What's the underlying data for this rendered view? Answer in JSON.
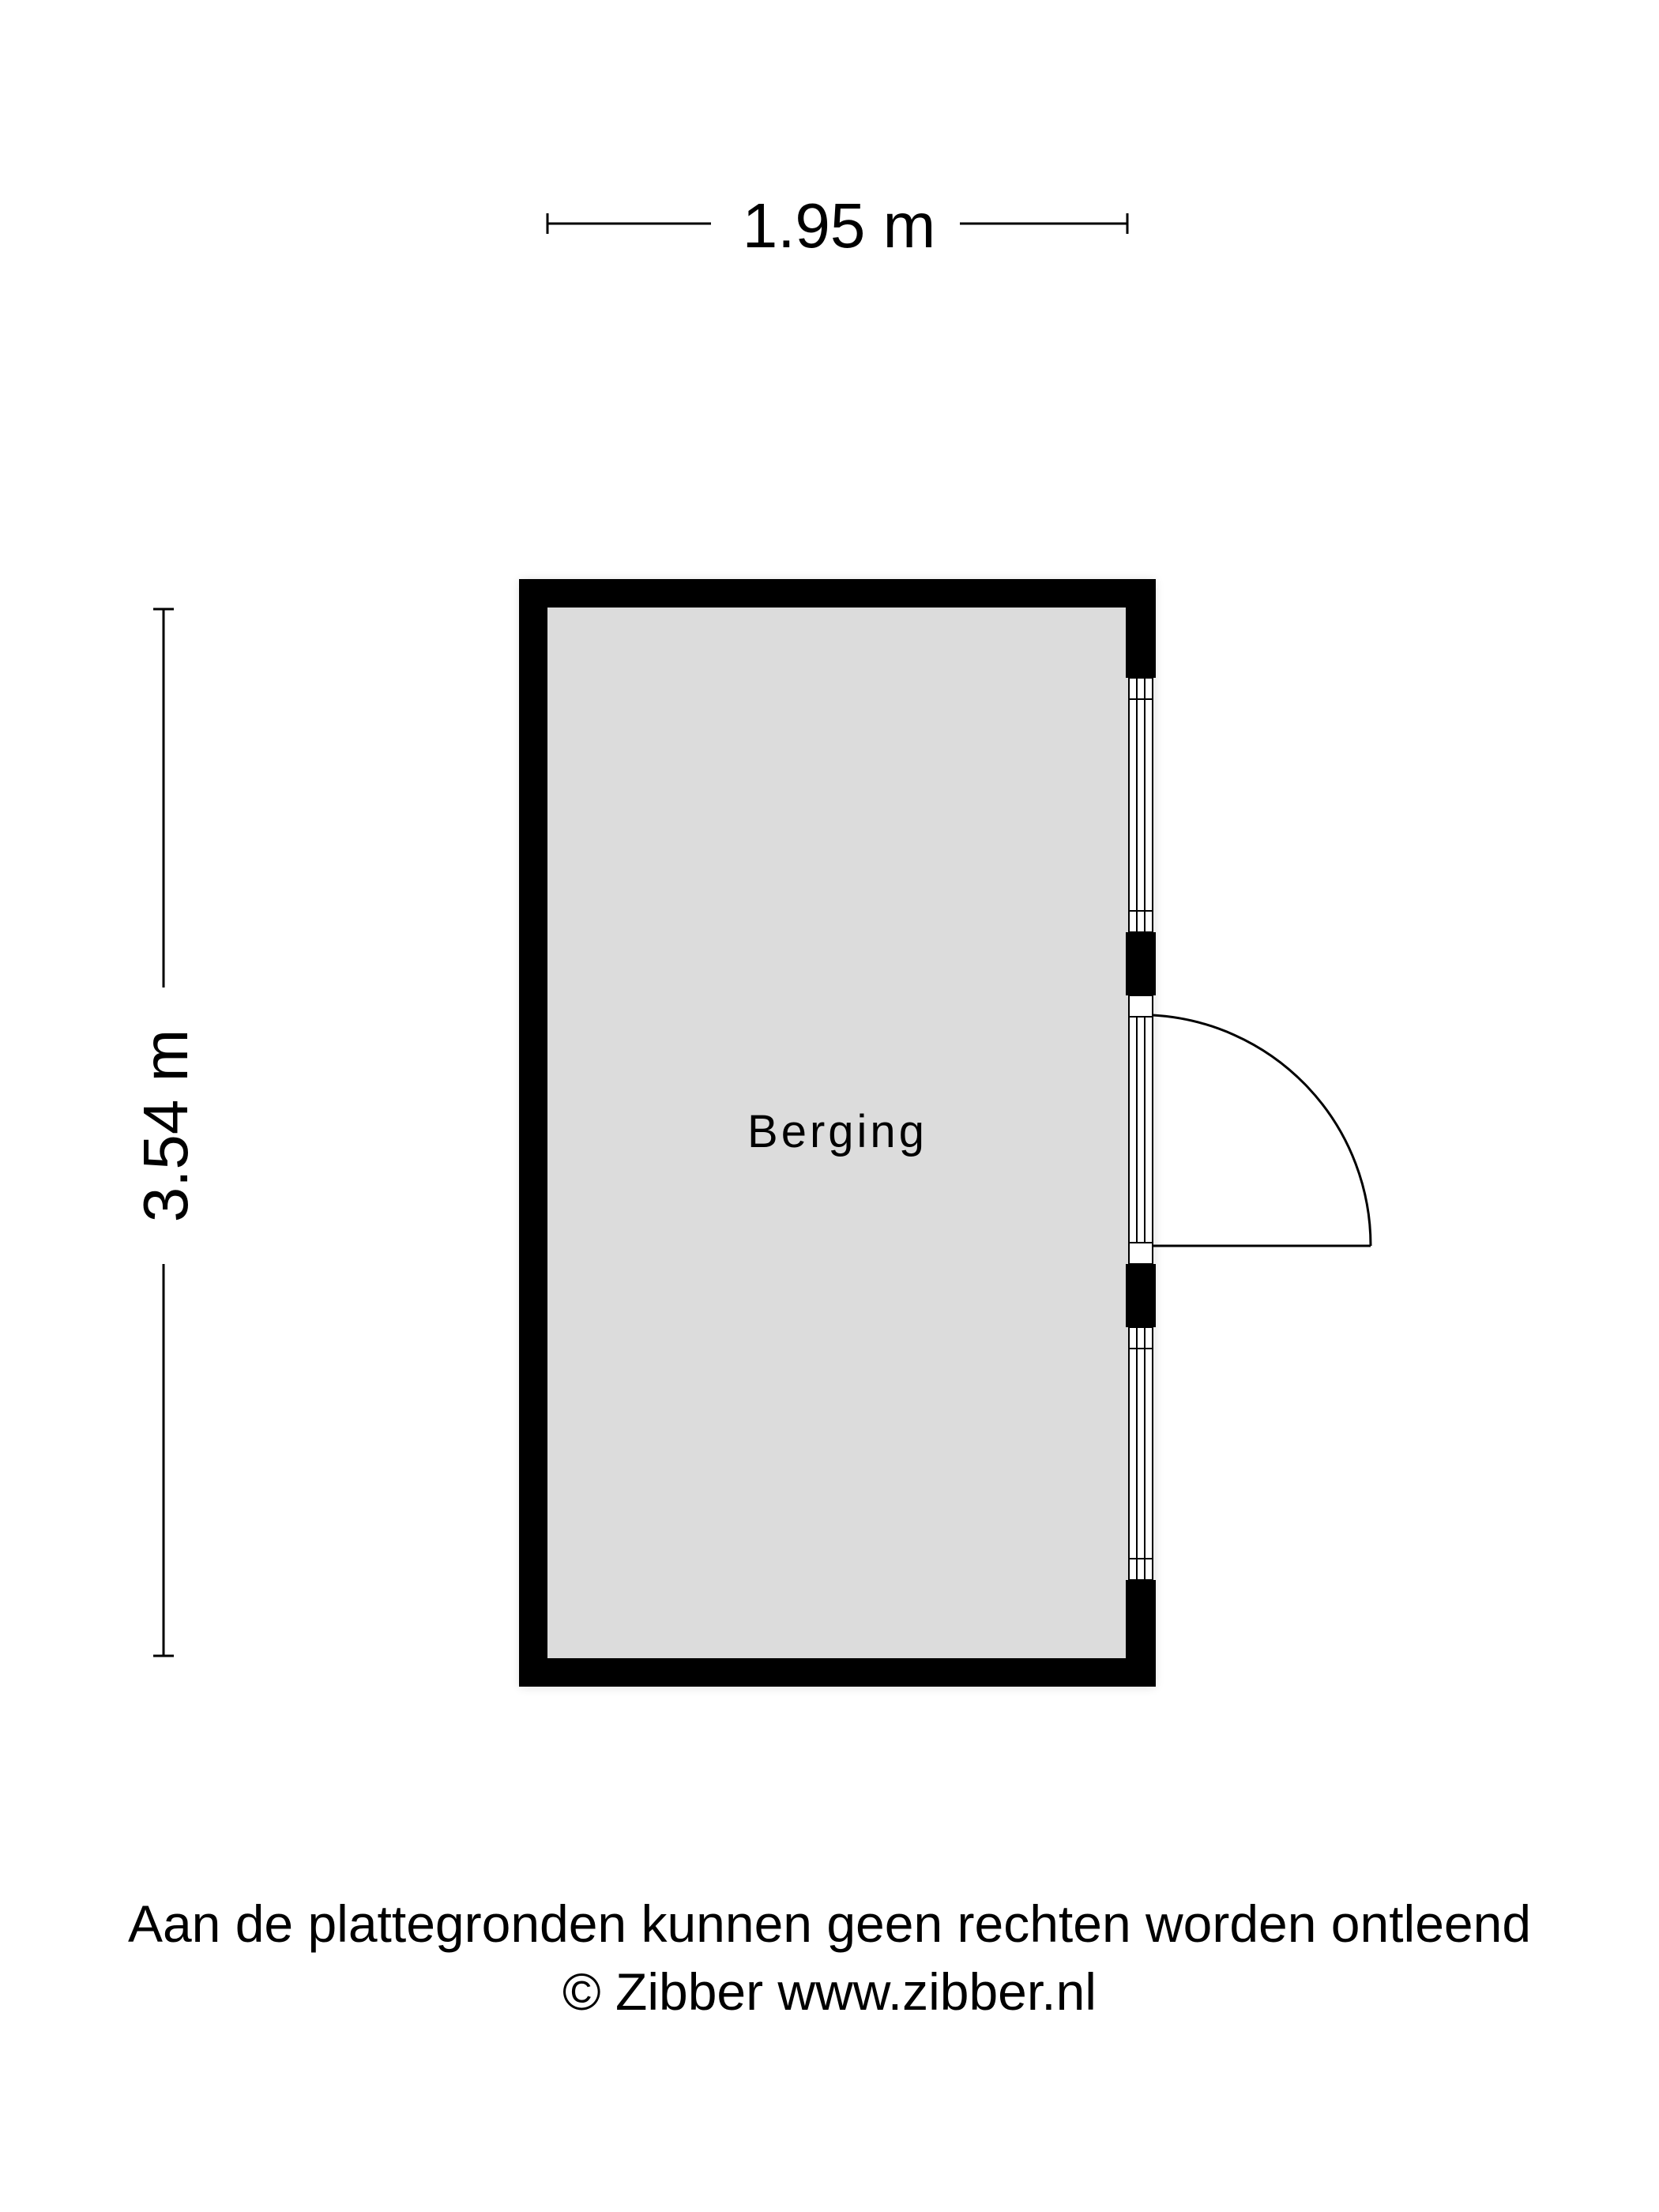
{
  "dimensions": {
    "width_label": "1.95 m",
    "height_label": "3.54 m"
  },
  "room": {
    "name": "Berging"
  },
  "footer": {
    "disclaimer": "Aan de plattegronden kunnen geen rechten worden ontleend",
    "copyright": "© Zibber www.zibber.nl"
  },
  "colors": {
    "wall": "#000000",
    "floor": "#dcdcdc",
    "background": "#ffffff"
  }
}
